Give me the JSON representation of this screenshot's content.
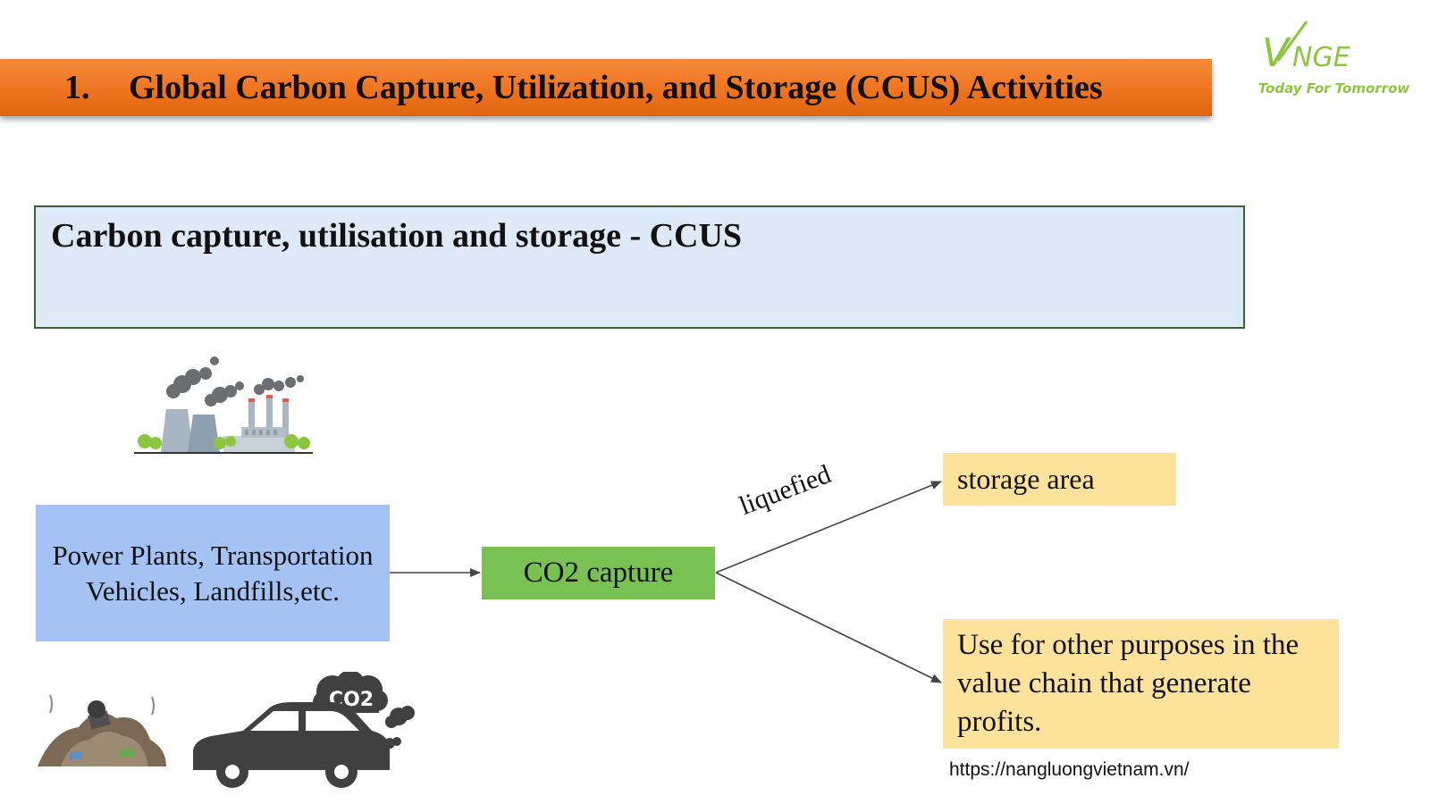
{
  "header": {
    "number": "1.",
    "title": "Global Carbon Capture, Utilization, and Storage (CCUS) Activities"
  },
  "logo": {
    "wordmark_v": "V",
    "wordmark_rest": "NGE",
    "tagline": "Today For Tomorrow",
    "color": "#8cc63f"
  },
  "title_box": {
    "text": "Carbon capture, utilisation and storage - CCUS"
  },
  "diagram": {
    "source": "Power Plants, Transportation Vehicles, Landfills,etc.",
    "capture": "CO2 capture",
    "edge_label": "liquefied",
    "storage": "storage area",
    "use": "Use for other purposes in the value chain that generate profits."
  },
  "illustrations": {
    "factory": "factory-smokestacks-icon",
    "landfill": "landfill-icon",
    "car": "car-emission-icon",
    "co2_label": "CO2"
  },
  "source_url": "https://nangluongvietnam.vn/",
  "colors": {
    "banner": "#ef7420",
    "title_box_bg": "#dee9f7",
    "title_box_border": "#38632e",
    "source_box": "#a4c2f4",
    "capture_box": "#78c152",
    "yellow_box": "#fde29b"
  }
}
